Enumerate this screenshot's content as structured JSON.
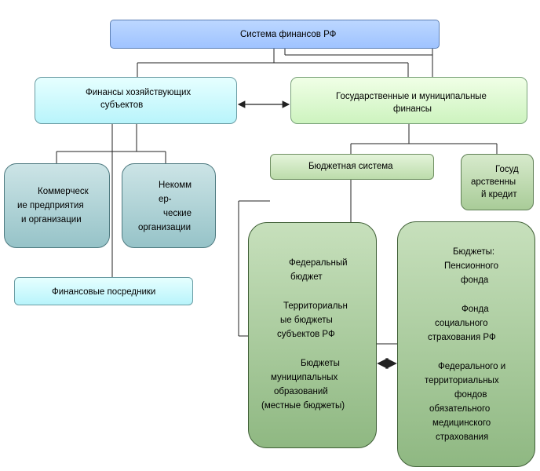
{
  "root": {
    "label": "Система финансов РФ"
  },
  "enterprise": {
    "lines": [
      "Финансы хозяйствующих",
      "субъектов"
    ]
  },
  "state": {
    "lines": [
      "Государственные и муниципальные",
      "финансы"
    ]
  },
  "commercial": {
    "lines": [
      "Коммерческ",
      "ие предприятия",
      "и организации"
    ]
  },
  "noncommercial": {
    "lines": [
      "Некомм",
      "ер-",
      "ческие",
      "организации"
    ]
  },
  "intermediaries": {
    "label": "Финансовые посредники"
  },
  "budget_system": {
    "label": "Бюджетная система"
  },
  "state_credit": {
    "lines": [
      "Госуд",
      "арственны",
      "й кредит"
    ]
  },
  "budgets": {
    "federal": [
      "Федеральный",
      "бюджет"
    ],
    "territorial": [
      "Территориальн",
      "ые бюджеты",
      "субъектов РФ"
    ],
    "municipal": [
      "Бюджеты",
      "муниципальных",
      "образований",
      "(местные бюджеты)"
    ]
  },
  "funds": {
    "title": [
      "Бюджеты:",
      "Пенсионного",
      "фонда"
    ],
    "social": [
      "Фонда",
      "социального",
      "страхования РФ"
    ],
    "medical": [
      "Федерального и",
      "территориальных",
      "фондов",
      "обязательного",
      "медицинского",
      "страхования"
    ]
  },
  "colors": {
    "connector": "#222222",
    "root_fill": "#a9cbff",
    "green_dark": "#8fb882",
    "cyan_light": "#c8f6fb"
  }
}
